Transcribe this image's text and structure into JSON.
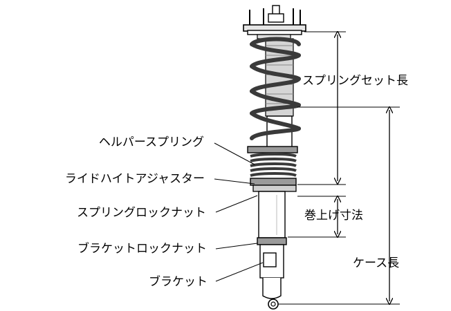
{
  "labels": {
    "spring_set_length": "スプリングセット長",
    "helper_spring": "ヘルパースプリング",
    "ride_height_adjuster": "ライドハイトアジャスター",
    "spring_lock_nut": "スプリングロックナット",
    "winding_dimension": "巻上げ寸法",
    "bracket_lock_nut": "ブラケットロックナット",
    "case_length": "ケース長",
    "bracket": "ブラケット"
  },
  "colors": {
    "line": "#000000",
    "spring": "#3a3a3a",
    "body_gray": "#d8d8d8",
    "band": "#9a9a9a"
  }
}
